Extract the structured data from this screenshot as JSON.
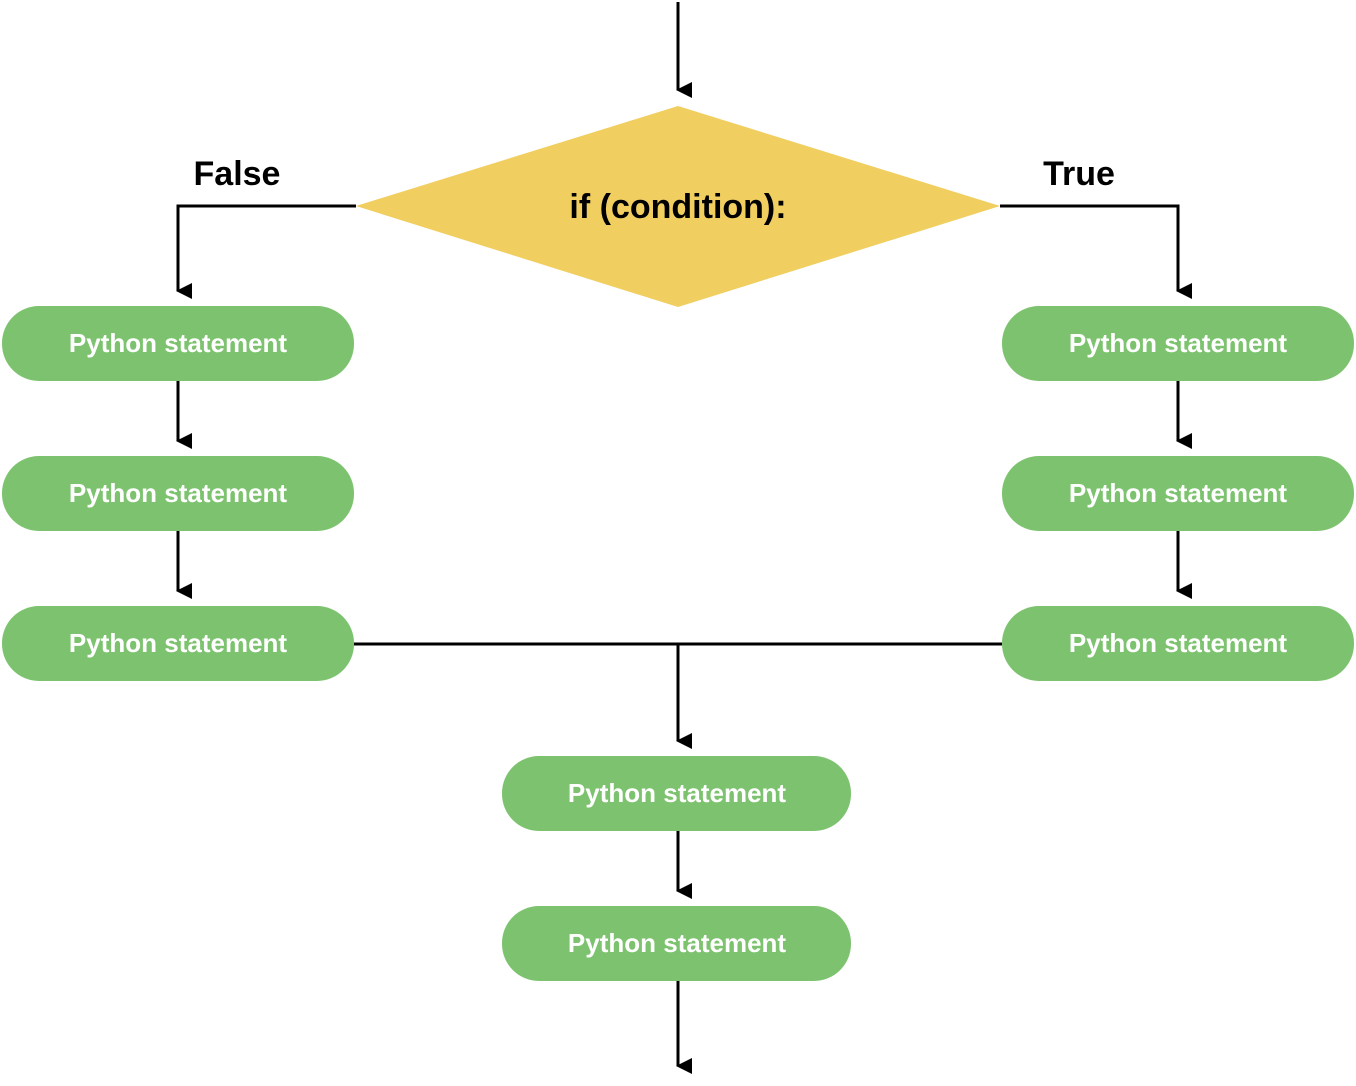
{
  "decision": {
    "label": "if (condition):",
    "color": "#f0ce60"
  },
  "branches": {
    "false_label": "False",
    "true_label": "True"
  },
  "statement_color": "#7dc36f",
  "statements": {
    "false_1": "Python statement",
    "false_2": "Python statement",
    "false_3": "Python statement",
    "true_1": "Python statement",
    "true_2": "Python statement",
    "true_3": "Python statement",
    "after_1": "Python statement",
    "after_2": "Python statement"
  }
}
